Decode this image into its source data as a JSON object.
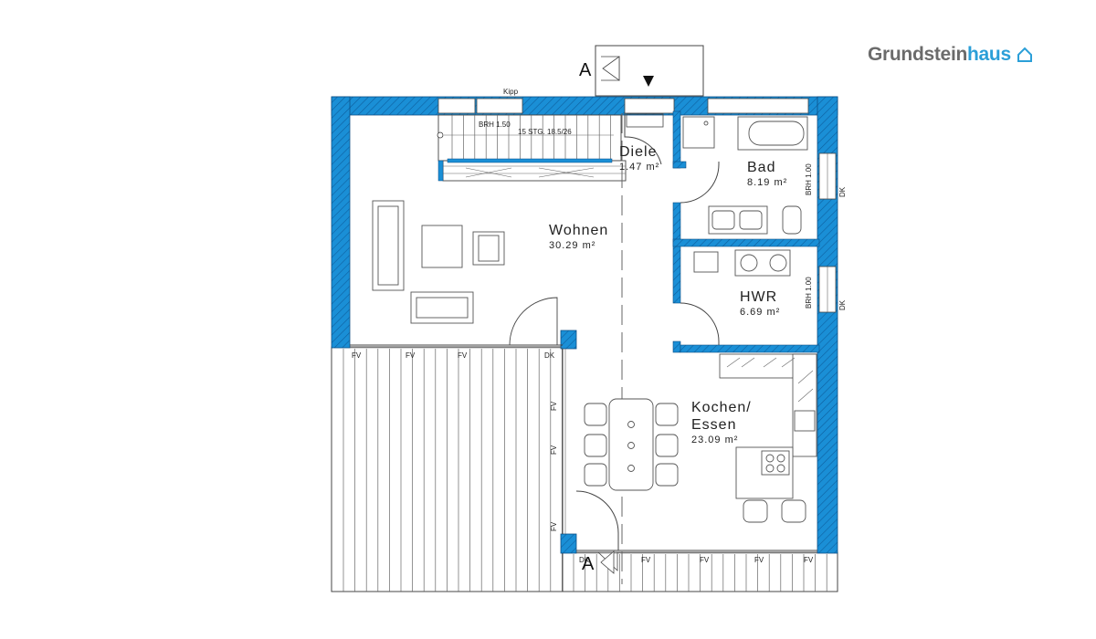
{
  "brand": {
    "name_part1": "Grundstein",
    "name_part2": "haus",
    "icon": "house-icon",
    "accent_color": "#2b9fd8",
    "text_color": "#6b6b6b"
  },
  "wall_color": "#1a8fd6",
  "section_marks": {
    "top": "A",
    "bottom": "A"
  },
  "rooms": {
    "wohnen": {
      "name": "Wohnen",
      "area": "30.29 m²"
    },
    "diele": {
      "name": "Diele",
      "area": "1.47 m²"
    },
    "bad": {
      "name": "Bad",
      "area": "8.19 m²"
    },
    "hwr": {
      "name": "HWR",
      "area": "6.69 m²"
    },
    "kochen": {
      "name_line1": "Kochen/",
      "name_line2": "Essen",
      "area": "23.09 m²"
    }
  },
  "stair": {
    "kipp": "Kipp",
    "brh": "BRH 1.50",
    "steps": "15 STG. 18.5/26"
  },
  "window_labels": {
    "fv": "FV",
    "dk": "DK",
    "brh_bad": "BRH 1.00",
    "brh_hwr": "BRH 1.00"
  }
}
